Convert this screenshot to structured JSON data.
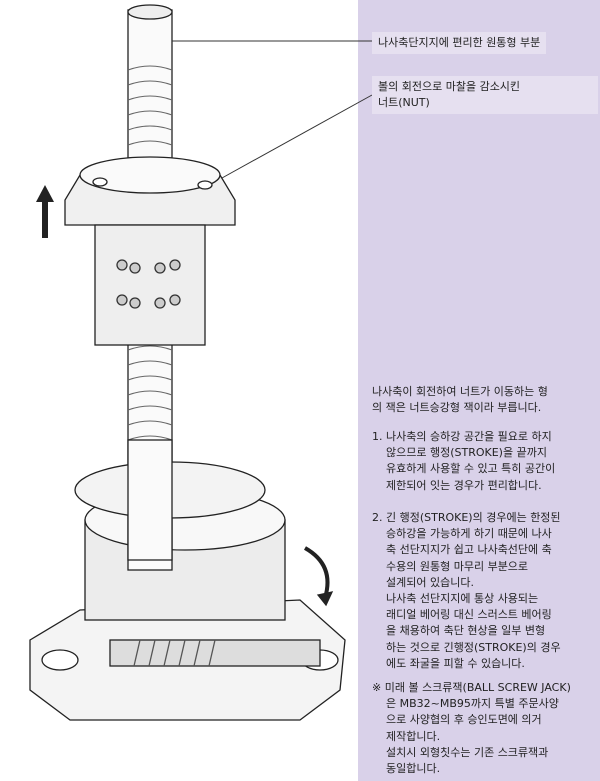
{
  "callouts": [
    {
      "lines": [
        "나사축단지지에 편리한 원통형 부분"
      ]
    },
    {
      "lines": [
        "볼의 회전으로 마찰을 감소시킨",
        "너트(NUT)"
      ]
    }
  ],
  "intro": [
    "나사축이 회전하여 너트가 이동하는 형",
    "의 잭은 너트승강형 잭이라 부릅니다."
  ],
  "item1": [
    "1. 나사축의 승하강 공간을 필요로 하지",
    "않으므로 행정(STROKE)을 끝까지",
    "유효하게 사용할 수 있고 특히 공간이",
    "제한되어 잇는 경우가 편리합니다."
  ],
  "item2": [
    "2. 긴 행정(STROKE)의 경우에는 한정된",
    "승하강을 가능하게 하기 때문에 나사",
    "축 선단지지가 쉽고 나사축선단에 축",
    "수용의 원통형 마무리 부분으로",
    "설계되어 있습니다.",
    "나사축 선단지지에 통상 사용되는",
    "래디얼 베어링 대신 스러스트 베어링",
    "을 채용하여 축단 현상을 일부 변형",
    "하는 것으로 긴행정(STROKE)의 경우",
    "에도 좌굴을 피할 수 있습니다."
  ],
  "note": [
    "※ 미래 볼 스크류잭(BALL SCREW JACK)",
    "은 MB32~MB95까지 특별 주문사양",
    "으로 사양협의 후 승인도면에 의거",
    "제작합니다.",
    "설치시 외형칫수는 기존 스크류잭과",
    "동일합니다."
  ],
  "colors": {
    "panel": "#d9d1e9",
    "label_bg": "#e6e0f0"
  }
}
